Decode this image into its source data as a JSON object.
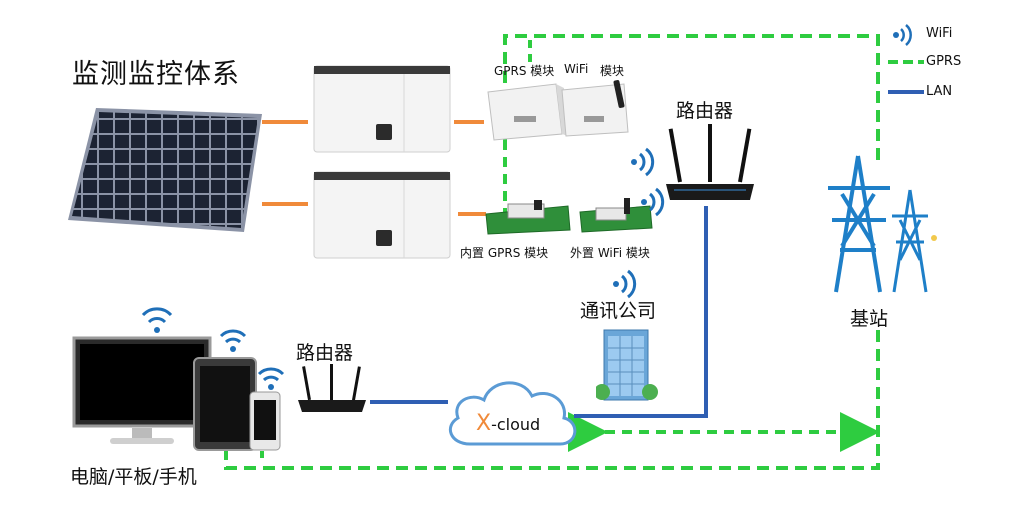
{
  "title": "监测监控体系",
  "modules_top": {
    "gprs": "GPRS 模块",
    "wifi": "WiFi",
    "wifi_suffix": "模块"
  },
  "modules_bottom": {
    "gprs": "内置 GPRS 模块",
    "wifi": "外置 WiFi 模块"
  },
  "router_top": "路由器",
  "router_bottom": "路由器",
  "telecom": "通讯公司",
  "base_station": "基站",
  "cloud": {
    "x": "X",
    "rest": "-cloud"
  },
  "devices": "电脑/平板/手机",
  "legend": [
    {
      "label": "WiFi",
      "icon": "wifi-icon",
      "color": "#1f6fb8"
    },
    {
      "label": "GPRS",
      "icon": "dashed-line",
      "color": "#2ecc40"
    },
    {
      "label": "LAN",
      "icon": "solid-line",
      "color": "#2f5fb3"
    }
  ],
  "colors": {
    "gprs": "#2ecc40",
    "lan": "#2f5fb3",
    "dc": "#f08a3a",
    "wifi": "#1f6fb8",
    "cloud_x": "#f08a3a"
  }
}
